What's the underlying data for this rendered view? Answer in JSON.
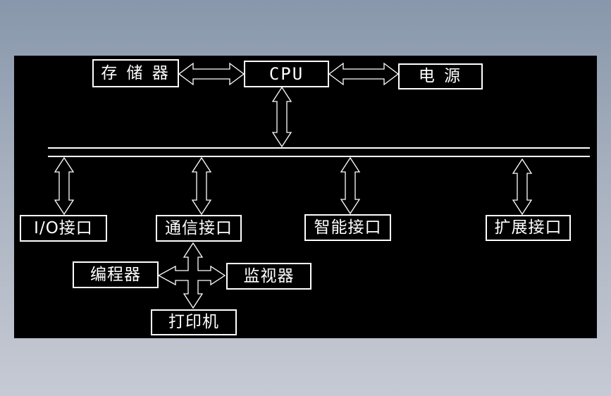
{
  "nodes": {
    "memory": {
      "label": "存 储 器"
    },
    "cpu": {
      "label": "CPU"
    },
    "power": {
      "label": "电 源"
    },
    "io": {
      "label": "I/O接口"
    },
    "comm": {
      "label": "通信接口"
    },
    "smart": {
      "label": "智能接口"
    },
    "expand": {
      "label": "扩展接口"
    },
    "programmer": {
      "label": "编程器"
    },
    "monitor": {
      "label": "监视器"
    },
    "printer": {
      "label": "打印机"
    }
  },
  "edges": [
    {
      "from": "memory",
      "to": "cpu",
      "type": "double-arrow"
    },
    {
      "from": "cpu",
      "to": "power",
      "type": "double-arrow"
    },
    {
      "from": "cpu",
      "to": "bus",
      "type": "double-arrow"
    },
    {
      "from": "bus",
      "to": "io",
      "type": "double-arrow"
    },
    {
      "from": "bus",
      "to": "comm",
      "type": "double-arrow"
    },
    {
      "from": "bus",
      "to": "smart",
      "type": "double-arrow"
    },
    {
      "from": "bus",
      "to": "expand",
      "type": "double-arrow"
    },
    {
      "from": "comm",
      "to": "programmer",
      "type": "double-arrow"
    },
    {
      "from": "comm",
      "to": "monitor",
      "type": "double-arrow"
    },
    {
      "from": "comm",
      "to": "printer",
      "type": "double-arrow"
    }
  ],
  "colors": {
    "canvas_background": "#000000",
    "line": "#ffffff",
    "frame_top": "#8897ab",
    "frame_bottom": "#c6cad4"
  }
}
